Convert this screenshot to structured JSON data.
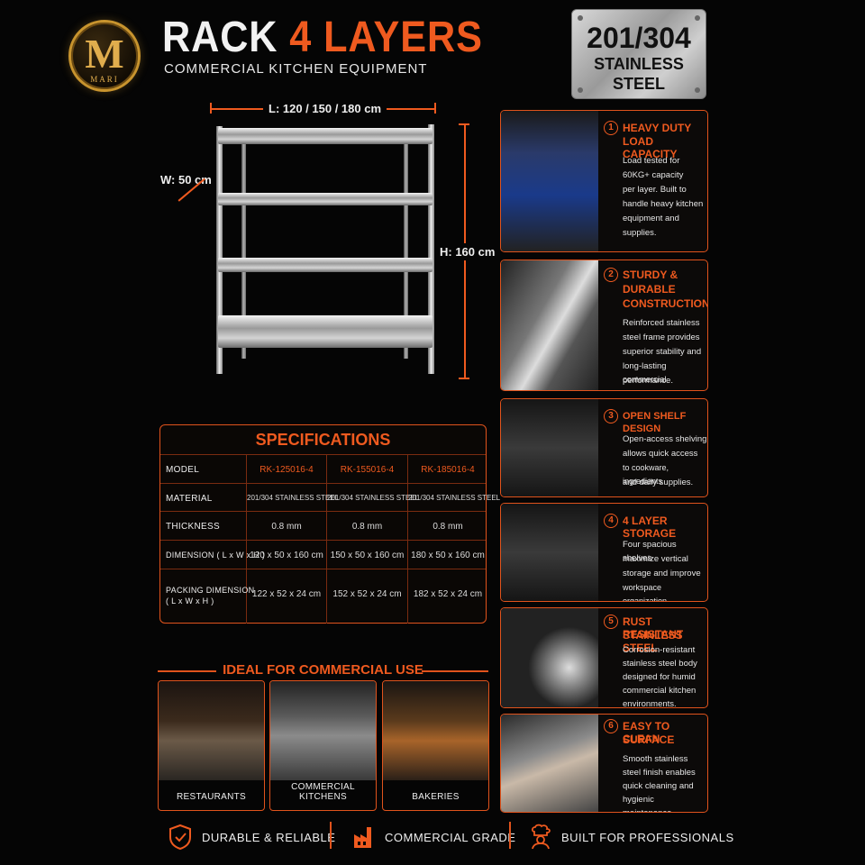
{
  "brand": {
    "logo_letter": "M",
    "logo_text": "MARI"
  },
  "header": {
    "title_part1": "RACK",
    "title_part2": "4 LAYERS",
    "subtitle": "COMMERCIAL KITCHEN EQUIPMENT",
    "plate_line1": "201/304",
    "plate_line2": "STAINLESS",
    "plate_line3": "STEEL"
  },
  "dimensions": {
    "length": "L: 120 / 150 / 180 cm",
    "width": "W: 50 cm",
    "height": "H: 160 cm"
  },
  "specs": {
    "title": "SPECIFICATIONS",
    "rows": [
      {
        "label": "MODEL",
        "values": [
          "RK-125016-4",
          "RK-155016-4",
          "RK-185016-4"
        ]
      },
      {
        "label": "MATERIAL",
        "values": [
          "201/304 STAINLESS STEEL",
          "201/304 STAINLESS STEEL",
          "201/304 STAINLESS STEEL"
        ]
      },
      {
        "label": "THICKNESS",
        "values": [
          "0.8 mm",
          "0.8 mm",
          "0.8 mm"
        ]
      },
      {
        "label": "DIMENSION ( L x W x H )",
        "values": [
          "120 x 50 x 160 cm",
          "150 x 50 x 160 cm",
          "180 x 50 x 160 cm"
        ]
      },
      {
        "label_line1": "PACKING DIMENSION",
        "label_line2": "( L x W x H )",
        "values": [
          "122 x 52 x 24 cm",
          "152 x 52 x 24 cm",
          "182 x 52 x 24 cm"
        ]
      }
    ]
  },
  "ideal": {
    "title": "IDEAL FOR COMMERCIAL USE",
    "items": [
      "RESTAURANTS",
      "COMMERCIAL KITCHENS",
      "BAKERIES"
    ]
  },
  "features": [
    {
      "num": "1",
      "line1": "HEAVY DUTY",
      "line2": "LOAD CAPACITY",
      "desc": [
        "Load tested for",
        "60KG+ capacity",
        "per layer. Built to",
        "handle heavy kitchen",
        "equipment and",
        "supplies."
      ]
    },
    {
      "num": "2",
      "line1": "STURDY &",
      "line2": "DURABLE",
      "line3": "CONSTRUCTION",
      "desc": [
        "Reinforced stainless",
        "steel frame provides",
        "superior stability and",
        "long-lasting commercial",
        "performance."
      ]
    },
    {
      "num": "3",
      "line1": "OPEN SHELF DESIGN",
      "desc": [
        "Open-access shelving",
        "allows quick access",
        "to cookware, ingredients",
        "and daily supplies."
      ]
    },
    {
      "num": "4",
      "line1": "4 LAYER STORAGE",
      "desc": [
        "Four spacious shelves",
        "maximize vertical",
        "storage and improve",
        "workspace organization."
      ]
    },
    {
      "num": "5",
      "line1": "RUST RESISTANT",
      "line2": "STAINLESS STEEL",
      "desc": [
        "Corrosion-resistant",
        "stainless steel body",
        "designed for humid",
        "commercial kitchen",
        "environments."
      ]
    },
    {
      "num": "6",
      "line1": "EASY TO CLEAN",
      "line2": "SURFACE",
      "desc": [
        "Smooth stainless",
        "steel finish enables",
        "quick cleaning and",
        "hygienic maintenance."
      ]
    }
  ],
  "footer": [
    "DURABLE & RELIABLE",
    "COMMERCIAL GRADE",
    "BUILT FOR PROFESSIONALS"
  ],
  "colors": {
    "accent": "#ef5a1f",
    "background": "#050505",
    "steel": "#c8c8c8"
  }
}
